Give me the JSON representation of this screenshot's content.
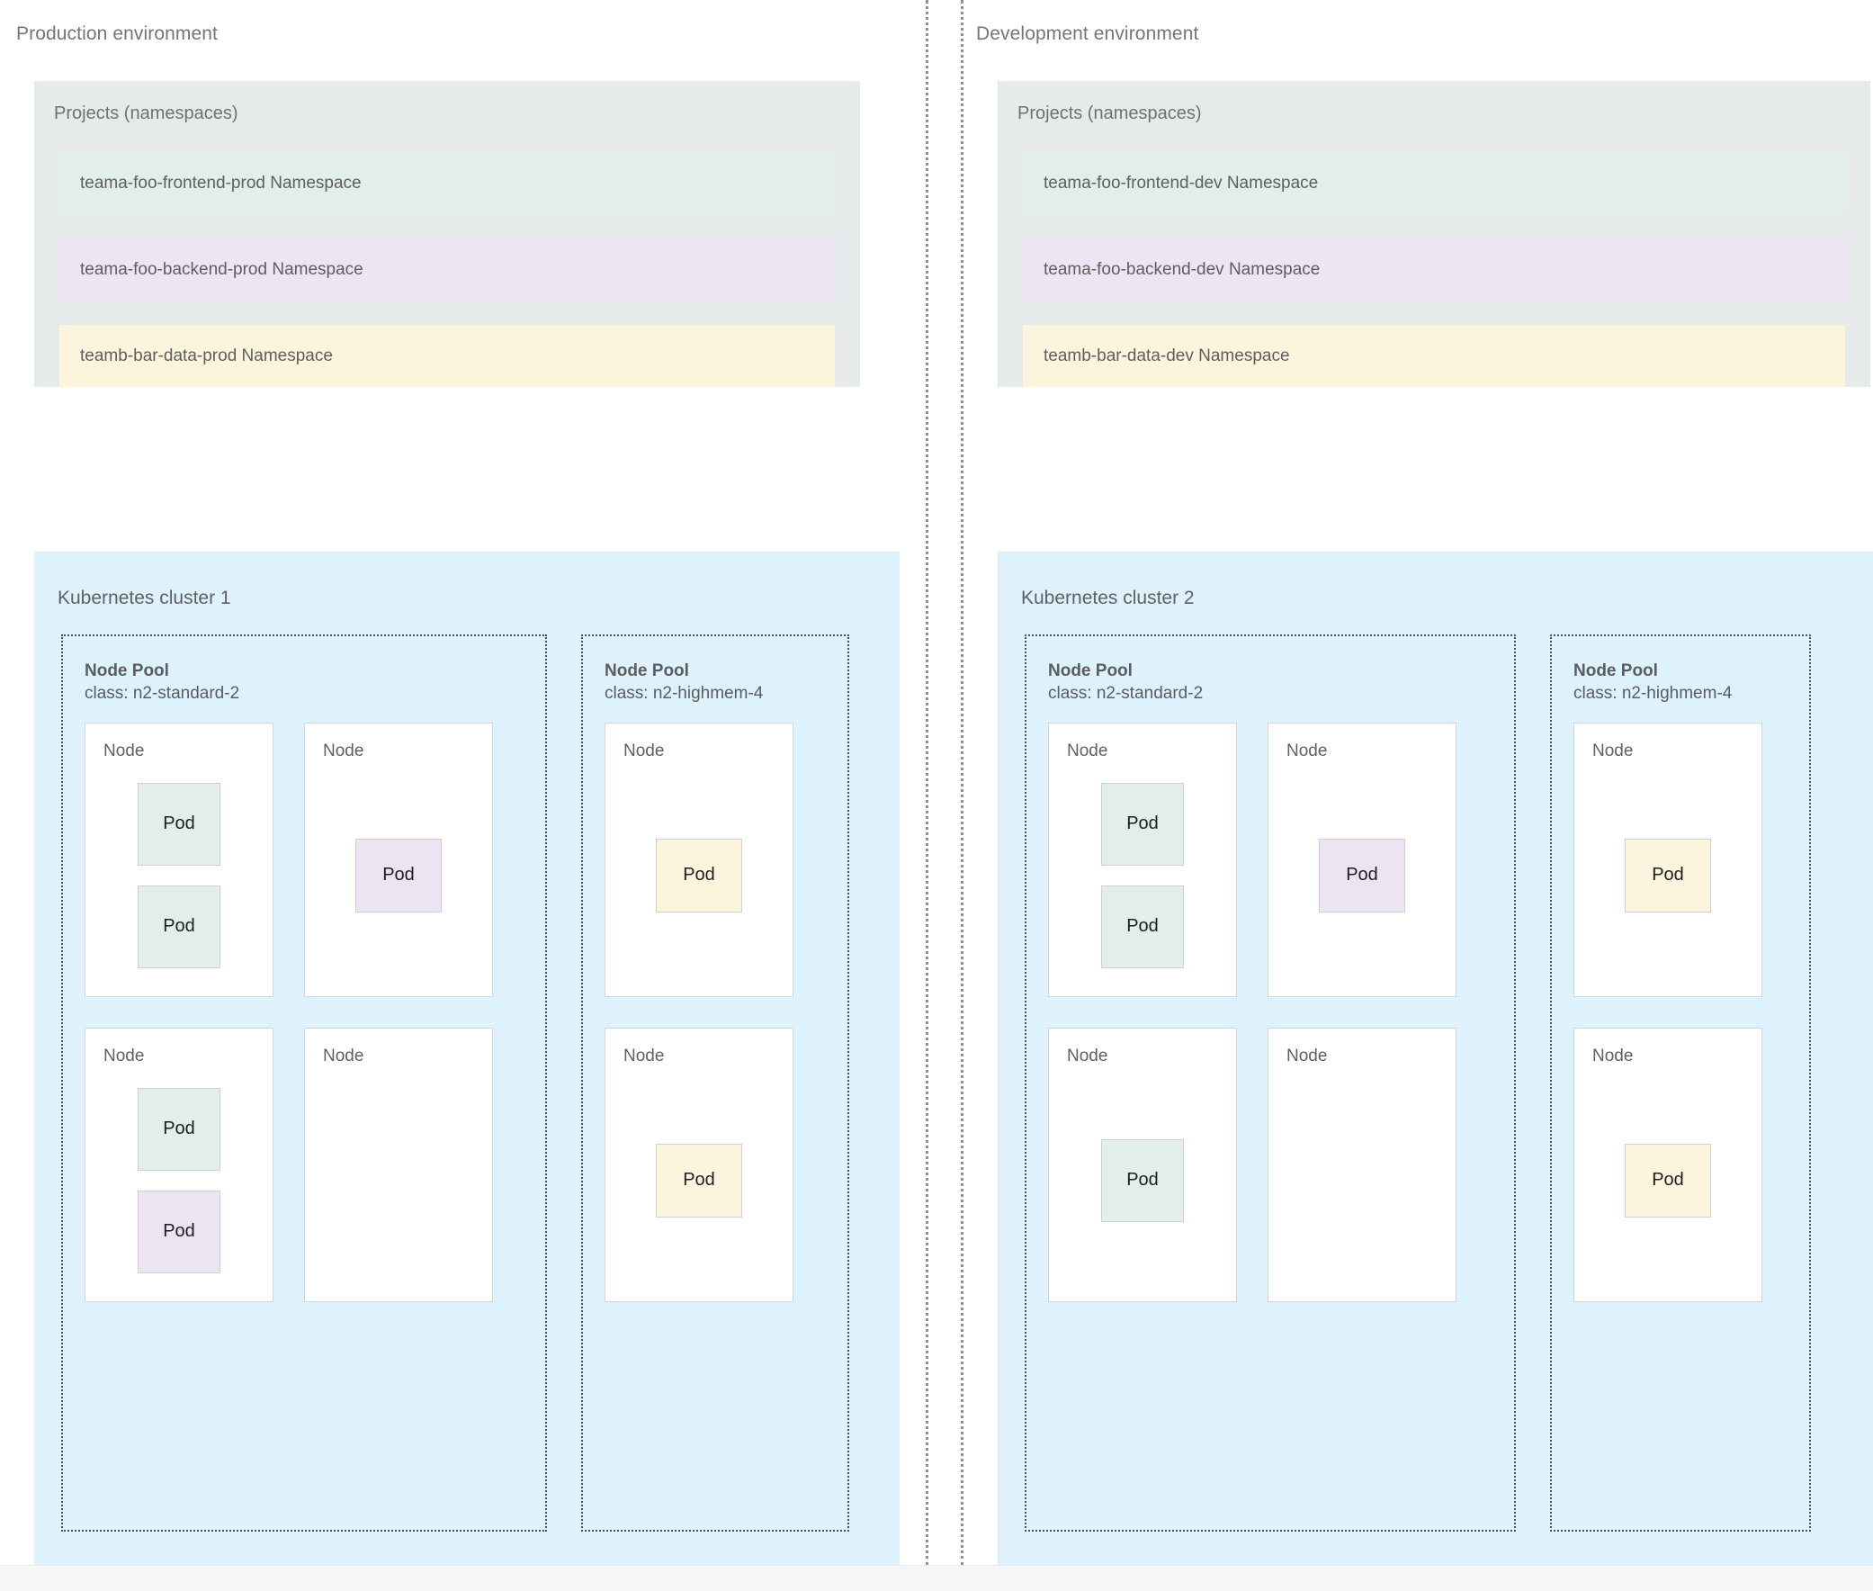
{
  "diagram": {
    "title_left": "Production environment",
    "title_right": "Development environment"
  },
  "colors": {
    "namespace_green": "#e2efe8",
    "namespace_purple": "#eee5f4",
    "namespace_yellow": "#fcf4dd",
    "projects_background": "#e7eaeb",
    "cluster_background": "#def2fd",
    "node_background": "#ffffff",
    "text_gray": "#5f6063"
  },
  "labels": {
    "projects_heading": "Projects (namespaces)",
    "node": "Node",
    "pod": "Pod",
    "node_pool": "Node Pool"
  },
  "environments": [
    {
      "name": "Production environment",
      "projects": {
        "heading": "Projects (namespaces)",
        "namespaces": [
          {
            "label": "teama-foo-frontend-prod Namespace",
            "color": "green"
          },
          {
            "label": "teama-foo-backend-prod Namespace",
            "color": "purple"
          },
          {
            "label": "teamb-bar-data-prod Namespace",
            "color": "yellow"
          }
        ]
      },
      "cluster": {
        "title": "Kubernetes cluster 1",
        "node_pools": [
          {
            "name": "Node Pool",
            "class": "class: n2-standard-2",
            "nodes": [
              {
                "label": "Node",
                "pods": [
                  {
                    "label": "Pod",
                    "color": "green"
                  },
                  {
                    "label": "Pod",
                    "color": "green"
                  }
                ]
              },
              {
                "label": "Node",
                "pods": [
                  {
                    "label": "Pod",
                    "color": "purple"
                  }
                ]
              },
              {
                "label": "Node",
                "pods": [
                  {
                    "label": "Pod",
                    "color": "green"
                  },
                  {
                    "label": "Pod",
                    "color": "purple"
                  }
                ]
              },
              {
                "label": "Node",
                "pods": []
              }
            ]
          },
          {
            "name": "Node Pool",
            "class": "class: n2-highmem-4",
            "nodes": [
              {
                "label": "Node",
                "pods": [
                  {
                    "label": "Pod",
                    "color": "yellow"
                  }
                ]
              },
              {
                "label": "Node",
                "pods": [
                  {
                    "label": "Pod",
                    "color": "yellow"
                  }
                ]
              }
            ]
          }
        ]
      }
    },
    {
      "name": "Development environment",
      "projects": {
        "heading": "Projects (namespaces)",
        "namespaces": [
          {
            "label": "teama-foo-frontend-dev Namespace",
            "color": "green"
          },
          {
            "label": "teama-foo-backend-dev Namespace",
            "color": "purple"
          },
          {
            "label": "teamb-bar-data-dev Namespace",
            "color": "yellow"
          }
        ]
      },
      "cluster": {
        "title": "Kubernetes cluster 2",
        "node_pools": [
          {
            "name": "Node Pool",
            "class": "class: n2-standard-2",
            "nodes": [
              {
                "label": "Node",
                "pods": [
                  {
                    "label": "Pod",
                    "color": "green"
                  },
                  {
                    "label": "Pod",
                    "color": "green"
                  }
                ]
              },
              {
                "label": "Node",
                "pods": [
                  {
                    "label": "Pod",
                    "color": "purple"
                  }
                ]
              },
              {
                "label": "Node",
                "pods": [
                  {
                    "label": "Pod",
                    "color": "green"
                  }
                ]
              },
              {
                "label": "Node",
                "pods": []
              }
            ]
          },
          {
            "name": "Node Pool",
            "class": "class: n2-highmem-4",
            "nodes": [
              {
                "label": "Node",
                "pods": [
                  {
                    "label": "Pod",
                    "color": "yellow"
                  }
                ]
              },
              {
                "label": "Node",
                "pods": [
                  {
                    "label": "Pod",
                    "color": "yellow"
                  }
                ]
              }
            ]
          }
        ]
      }
    }
  ]
}
